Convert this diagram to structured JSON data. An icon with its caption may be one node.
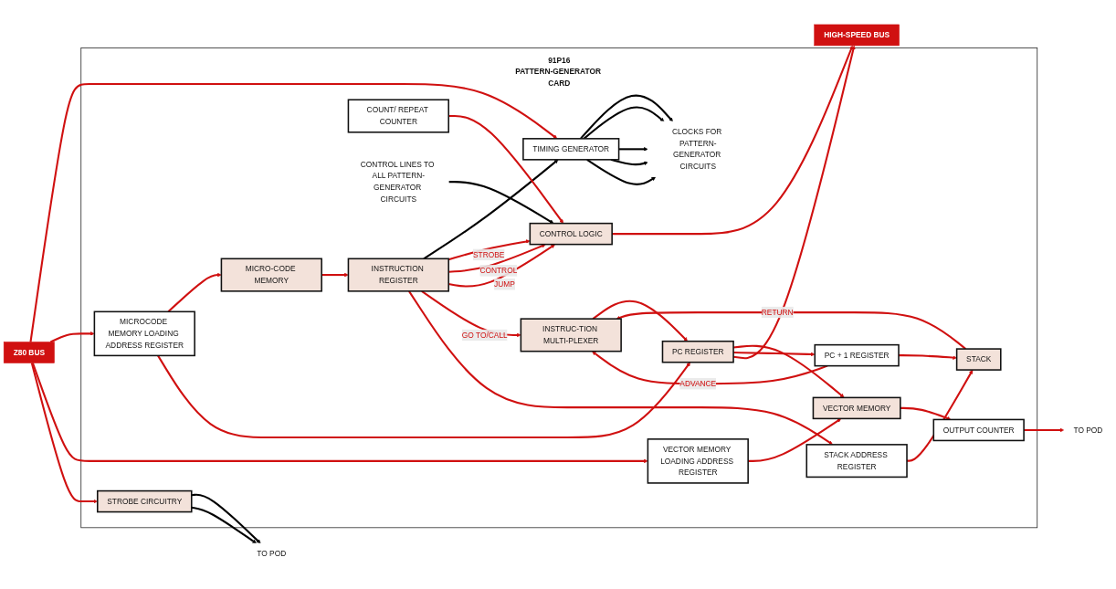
{
  "diagram": {
    "nodes": [
      {
        "text": [
          "Z80 BUS"
        ]
      },
      {
        "text": [
          "91P16",
          "PATTERN-GENERATOR CARD"
        ]
      },
      {
        "text": [
          "TIMING GENERATOR"
        ],
        "in": 1
      },
      {
        "text": [
          "MICRO-CODE MEMORY"
        ],
        "in": 1
      },
      {
        "text": [
          "MICROCODE MEMORY LOADING ADDRESS REGISTER"
        ],
        "in": 1
      },
      {
        "text": [
          "VECTOR MEMORY LOADING ADDRESS REGISTER"
        ],
        "in": 1
      },
      {
        "text": [
          "STROBE CIRCUITRY"
        ],
        "in": 1
      },
      {
        "text": [
          "INSTRUCTION REGISTER"
        ],
        "in": 1
      },
      {
        "text": [
          "CONTROL LOGIC"
        ],
        "in": 1
      },
      {
        "text": [
          "COUNT/ REPEAT COUNTER"
        ],
        "in": 1
      },
      {
        "text": [
          "INSTRUC-TION MULTI-PLEXER"
        ],
        "in": 1
      },
      {
        "text": [
          "STACK ADDRESS REGISTER"
        ],
        "in": 1
      },
      {
        "text": [
          "STACK"
        ],
        "in": 1
      },
      {
        "text": [
          "PC REGISTER"
        ],
        "in": 1
      },
      {
        "text": [
          "PC + 1 REGISTER"
        ],
        "in": 1
      },
      {
        "text": [
          "VECTOR MEMORY"
        ],
        "in": 1
      },
      {
        "text": [
          "OUTPUT COUNTER"
        ],
        "in": 1
      },
      {
        "text": [
          "CLOCKS FOR PATTERN-GENERATOR CIRCUITS"
        ],
        "in": 1
      },
      {
        "text": [
          "CONTROL LINES TO ALL PATTERN-GENERATOR CIRCUITS"
        ],
        "in": 1
      },
      {
        "text": [
          "TO POD"
        ]
      },
      {
        "text": [
          "TO POD"
        ]
      },
      {
        "text": [
          "HIGH-SPEED BUS"
        ]
      }
    ],
    "edges": [
      {
        "from": 0,
        "to": 2,
        "arrow": "to"
      },
      {
        "from": 0,
        "to": 4,
        "arrow": "to"
      },
      {
        "from": 0,
        "to": 5,
        "arrow": "to"
      },
      {
        "from": 0,
        "to": 6,
        "arrow": "to"
      },
      {
        "from": 4,
        "to": 3,
        "arrow": "to"
      },
      {
        "from": 4,
        "to": 13,
        "arrow": "to"
      },
      {
        "from": 3,
        "to": 7,
        "arrow": "to"
      },
      {
        "from": 7,
        "to": 2,
        "arrow": "to",
        "color": "#000000"
      },
      {
        "from": 2,
        "to": 17,
        "arrow": "to",
        "color": "#000000"
      },
      {
        "from": 2,
        "to": 17,
        "arrow": "to",
        "color": "#000000"
      },
      {
        "from": 2,
        "to": 17,
        "arrow": "to",
        "color": "#000000"
      },
      {
        "from": 2,
        "to": 17,
        "arrow": "to",
        "color": "#000000"
      },
      {
        "from": 2,
        "to": 17,
        "arrow": "to",
        "color": "#000000"
      },
      {
        "from": 7,
        "to": 8,
        "label": "STROBE",
        "arrow": "to"
      },
      {
        "from": 7,
        "to": 8,
        "label": "CONTROL",
        "arrow": "to"
      },
      {
        "from": 7,
        "to": 8,
        "label": "JUMP",
        "arrow": "to"
      },
      {
        "from": 18,
        "to": 8,
        "arrow": "to",
        "color": "#000000"
      },
      {
        "from": 9,
        "to": 8,
        "arrow": "to"
      },
      {
        "from": 8,
        "to": 21,
        "arrow": "to"
      },
      {
        "from": 7,
        "to": 10,
        "label": "GO TO/CALL",
        "arrow": "to"
      },
      {
        "from": 7,
        "to": 11,
        "arrow": "to"
      },
      {
        "from": 11,
        "to": 12,
        "arrow": "to"
      },
      {
        "from": 12,
        "to": 10,
        "label": "RETURN",
        "arrow": "to"
      },
      {
        "from": 14,
        "to": 12,
        "arrow": "to"
      },
      {
        "from": 14,
        "to": 10,
        "label": "ADVANCE",
        "arrow": "to"
      },
      {
        "from": 10,
        "to": 13,
        "arrow": "to"
      },
      {
        "from": 13,
        "to": 15,
        "arrow": "to"
      },
      {
        "from": 5,
        "to": 15,
        "arrow": "to"
      },
      {
        "from": 13,
        "to": 14,
        "arrow": "to"
      },
      {
        "from": 13,
        "to": 21,
        "arrow": "to"
      },
      {
        "from": 15,
        "to": 16,
        "arrow": "to"
      },
      {
        "from": 16,
        "to": 20,
        "arrow": "to"
      },
      {
        "from": 6,
        "to": 19,
        "arrow": "to",
        "color": "#000000"
      },
      {
        "from": 6,
        "to": 19,
        "arrow": "to",
        "color": "#000000"
      }
    ]
  }
}
